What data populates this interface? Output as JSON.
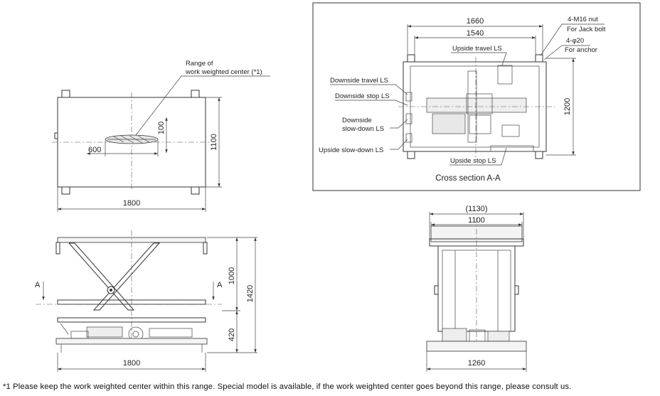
{
  "top_view": {
    "range_label_line1": "Range of",
    "range_label_line2": "work weighted center (*1)",
    "dim_width": "1800",
    "dim_depth": "1100",
    "dim_range_x": "600",
    "dim_range_y": "100"
  },
  "side_view": {
    "dim_width": "1800",
    "dim_stroke": "1000",
    "dim_total_height": "1420",
    "dim_lowered_height": "420",
    "section_mark_left": "A",
    "section_mark_right": "A"
  },
  "end_view": {
    "dim_outer": "(1130)",
    "dim_table": "1100",
    "dim_base": "1260"
  },
  "cross_section": {
    "caption": "Cross section A-A",
    "dim_outer": "1660",
    "dim_inner": "1540",
    "dim_depth": "1200",
    "labels": {
      "nut": "4-M16 nut",
      "nut_purpose": "For Jack bolt",
      "hole": "4-φ20",
      "hole_purpose": "For anchor",
      "upside_travel": "Upside travel LS",
      "downside_travel": "Downside travel LS",
      "downside_stop": "Downside stop LS",
      "downside_slowdown_1": "Downside",
      "downside_slowdown_2": "slow-down LS",
      "upside_slowdown": "Upside slow-down LS",
      "upside_stop": "Upside stop LS"
    }
  },
  "footnote": "*1 Please keep the work weighted center within this range. Special model is available, if the work weighted center goes beyond this range, please consult us."
}
